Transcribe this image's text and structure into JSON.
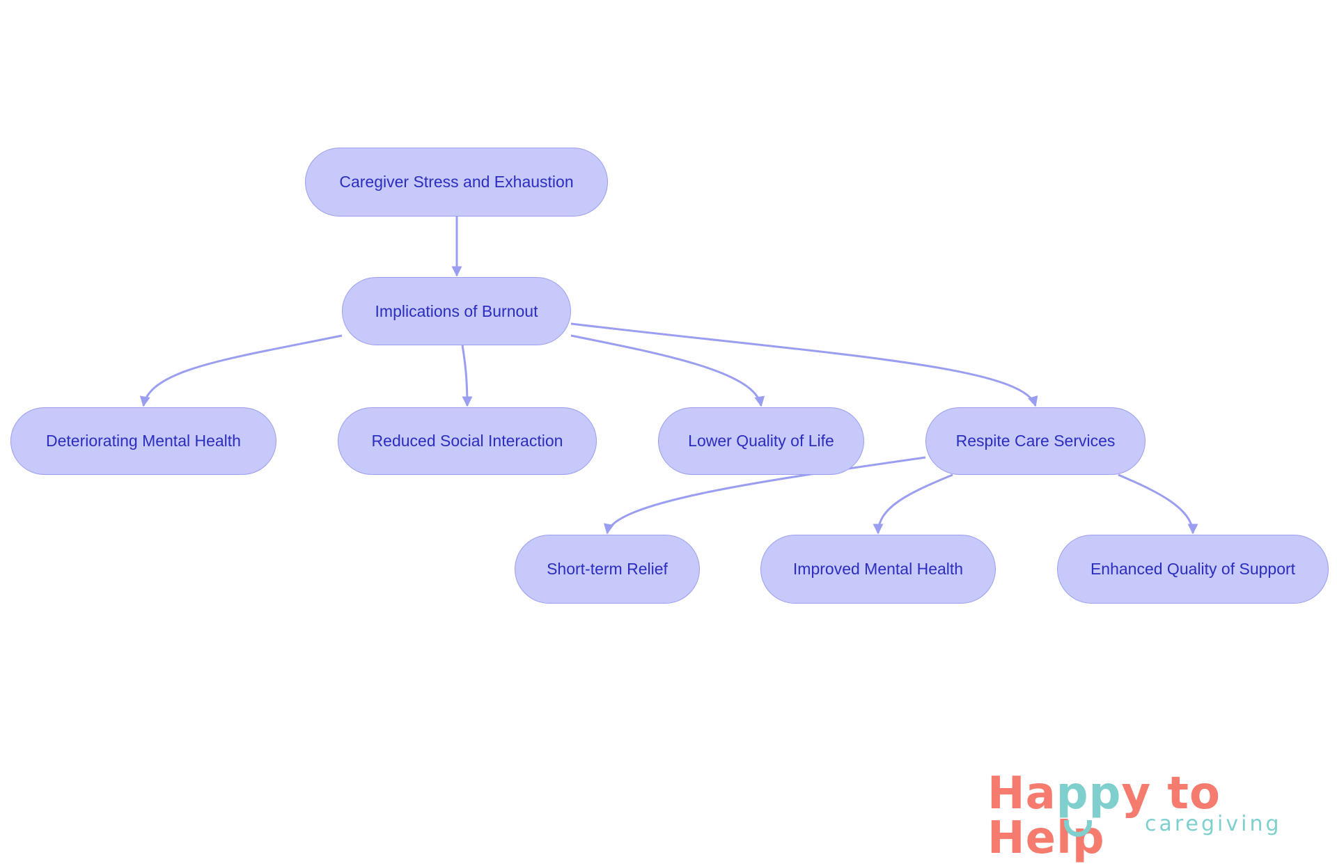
{
  "diagram": {
    "type": "flowchart",
    "colors": {
      "node_fill": "#c8c9fb",
      "node_stroke": "#9a9ef0",
      "text": "#2a2dbd",
      "edge": "#9a9ef0"
    },
    "nodes": [
      {
        "id": "n1",
        "label": "Caregiver Stress and Exhaustion"
      },
      {
        "id": "n2",
        "label": "Implications of Burnout"
      },
      {
        "id": "n3",
        "label": "Deteriorating Mental Health"
      },
      {
        "id": "n4",
        "label": "Reduced Social Interaction"
      },
      {
        "id": "n5",
        "label": "Lower Quality of Life"
      },
      {
        "id": "n6",
        "label": "Respite Care Services"
      },
      {
        "id": "n7",
        "label": "Short-term Relief"
      },
      {
        "id": "n8",
        "label": "Improved Mental Health"
      },
      {
        "id": "n9",
        "label": "Enhanced Quality of Support"
      }
    ],
    "edges": [
      {
        "from": "n1",
        "to": "n2"
      },
      {
        "from": "n2",
        "to": "n3"
      },
      {
        "from": "n2",
        "to": "n4"
      },
      {
        "from": "n2",
        "to": "n5"
      },
      {
        "from": "n2",
        "to": "n6"
      },
      {
        "from": "n6",
        "to": "n7"
      },
      {
        "from": "n6",
        "to": "n8"
      },
      {
        "from": "n6",
        "to": "n9"
      }
    ]
  },
  "logo": {
    "part1": "Ha",
    "part2": "pp",
    "part3": "y to Help",
    "tagline": "caregiving",
    "colors": {
      "coral": "#f47b6d",
      "teal": "#7fcfcf"
    }
  }
}
